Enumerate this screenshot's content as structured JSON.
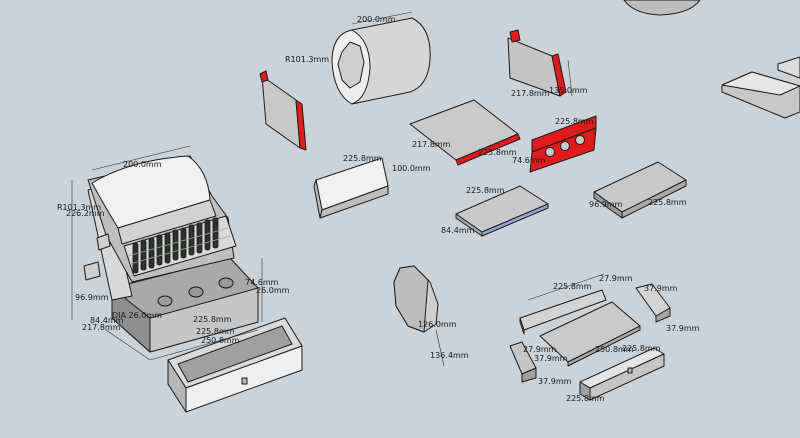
{
  "colors": {
    "background": "#c9d3d9",
    "face_light": "#ececec",
    "face_mid": "#c7c7c7",
    "face_dark": "#9b9b9b",
    "accent_red": "#e01b1b",
    "edge": "#1c1c1c",
    "spring_dark": "#2f2f2f"
  },
  "dimensions": {
    "assembly_width_top": "200.0mm",
    "assembly_radius": "R101.3mm",
    "assembly_height": "226.2mm",
    "assembly_side_small": "96.9mm",
    "assembly_dia": "DIA 26.0mm",
    "assembly_84": "84.4mm",
    "assembly_217": "217.8mm",
    "assembly_225a": "225.8mm",
    "assembly_225b": "225.8mm",
    "assembly_250": "250.8mm",
    "assembly_74": "74.6mm",
    "assembly_26": "26.0mm",
    "cylinder_width": "200.0mm",
    "cylinder_radius": "R101.3mm",
    "plate_217": "217.8mm",
    "plate_225": "225.8mm",
    "bracket_217": "217.8mm",
    "bracket_135": "135.0mm",
    "red_plate_225": "225.8mm",
    "red_plate_74": "74.6mm",
    "front_panel_225": "225.8mm",
    "front_panel_100": "100.0mm",
    "bar_225": "225.8mm",
    "bar_84": "84.4mm",
    "small_plate_96": "96.9mm",
    "small_plate_225": "225.8mm",
    "octagon_126": "126.0mm",
    "octagon_136": "136.4mm",
    "drawer_225_top": "225.8mm",
    "drawer_27": "27.9mm",
    "drawer_37_right": "37.9mm",
    "drawer_225_mid": "225.8mm",
    "drawer_250": "250.8mm",
    "drawer_225_right": "225.8mm",
    "drawer_37_left": "37.9mm",
    "drawer_27_left": "27.9mm",
    "drawer_37_low": "37.9mm",
    "drawer_37_bottom": "37.9mm"
  }
}
